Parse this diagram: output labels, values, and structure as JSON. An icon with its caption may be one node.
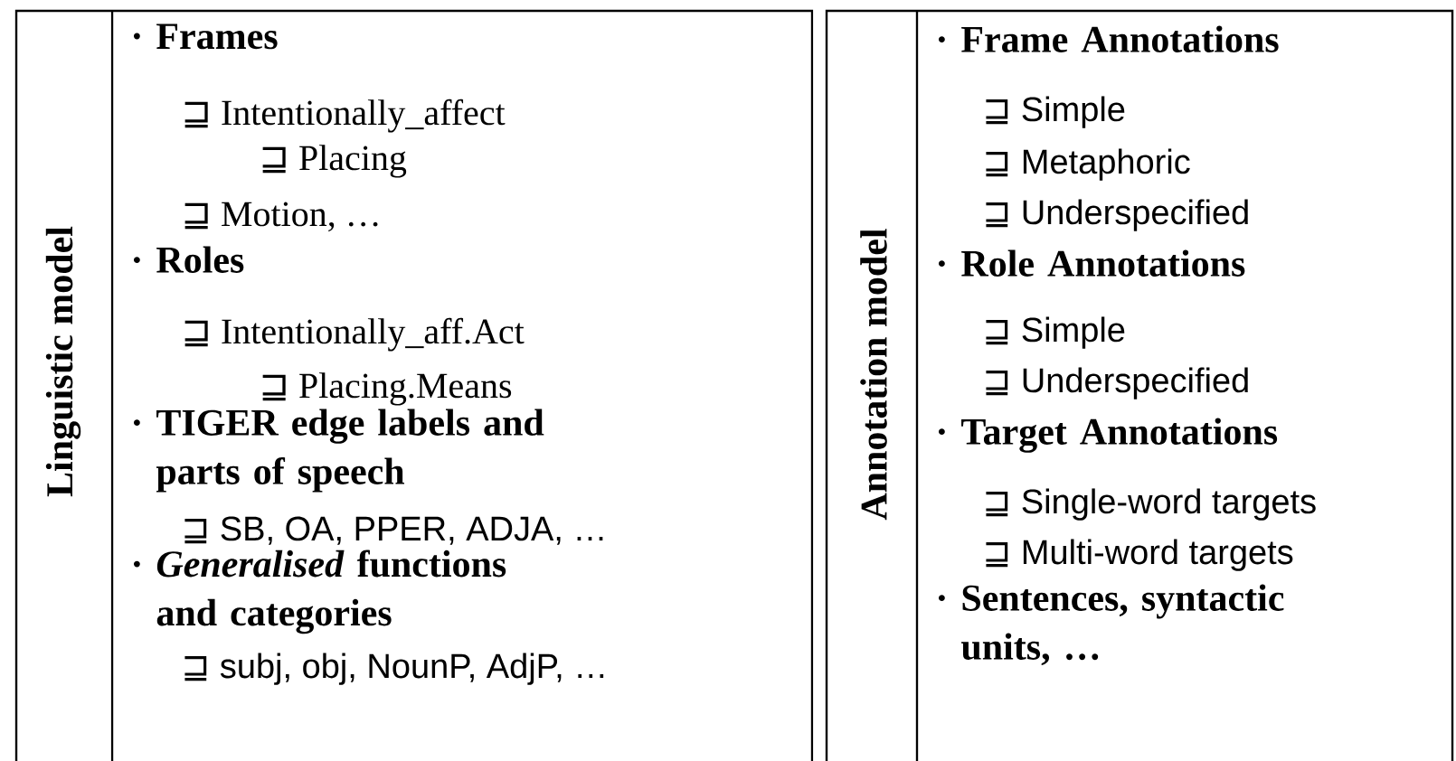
{
  "diagram": {
    "nodes": [
      {
        "text": [
          "Linguistic model",
          "· Frames",
          "⊒ Intentionally_affect",
          "⊒ Placing",
          "⊒ Motion, …",
          "· Roles",
          "⊒ Intentionally_aff.Act",
          "⊒ Placing.Means",
          "· TIGER edge labels and parts of speech",
          "⊒ SB, OA, PPER, ADJA, …",
          "· *Generalised* functions and categories",
          "⊒ subj, obj, NounP, AdjP, …"
        ]
      },
      {
        "text": [
          "Annotation model",
          "· Frame Annotations",
          "⊒ Simple",
          "⊒ Metaphoric",
          "⊒ Underspecified",
          "· Role Annotations",
          "⊒ Simple",
          "⊒ Underspecified",
          "· Target Annotations",
          "⊒ Single-word targets",
          "⊒ Multi-word targets",
          "· Sentences, syntactic units, …"
        ]
      }
    ]
  }
}
